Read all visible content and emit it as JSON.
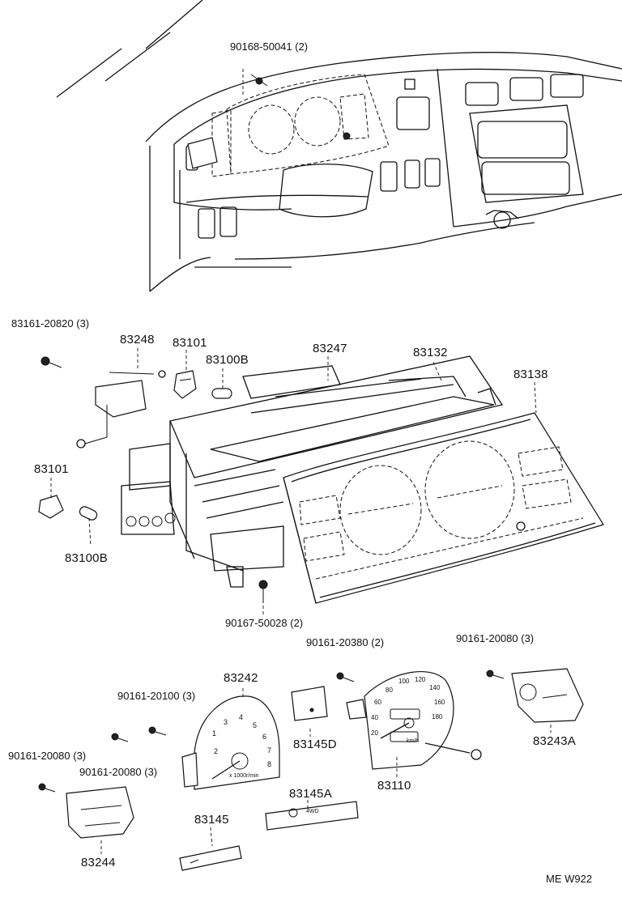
{
  "labels": {
    "p90168_50041": "90168-50041 (2)",
    "p83161_20820": "83161-20820 (3)",
    "p83248": "83248",
    "p83101_a": "83101",
    "p83100B_a": "83100B",
    "p83247": "83247",
    "p83132": "83132",
    "p83138": "83138",
    "p83101_b": "83101",
    "p83100B_b": "83100B",
    "p90167_50028": "90167-50028 (2)",
    "p90161_20380": "90161-20380 (2)",
    "p90161_20080_a": "90161-20080 (3)",
    "p83242": "83242",
    "p90161_20100": "90161-20100 (3)",
    "p83145D": "83145D",
    "p83110": "83110",
    "p83243A": "83243A",
    "p90161_20080_b": "90161-20080 (3)",
    "p90161_20080_c": "90161-20080 (3)",
    "p83145A": "83145A",
    "p83145": "83145",
    "p83244": "83244"
  },
  "drawing_code": "ME W922",
  "gauge_text": {
    "tacho_unit": "x 1000r/min",
    "tacho_ticks": [
      "1",
      "2",
      "3",
      "4",
      "5",
      "6",
      "7",
      "8"
    ],
    "speedo_unit": "km/h",
    "speedo_ticks": [
      "20",
      "40",
      "60",
      "80",
      "100",
      "120",
      "140",
      "160",
      "180"
    ],
    "indicator_4wd": "4WD"
  }
}
